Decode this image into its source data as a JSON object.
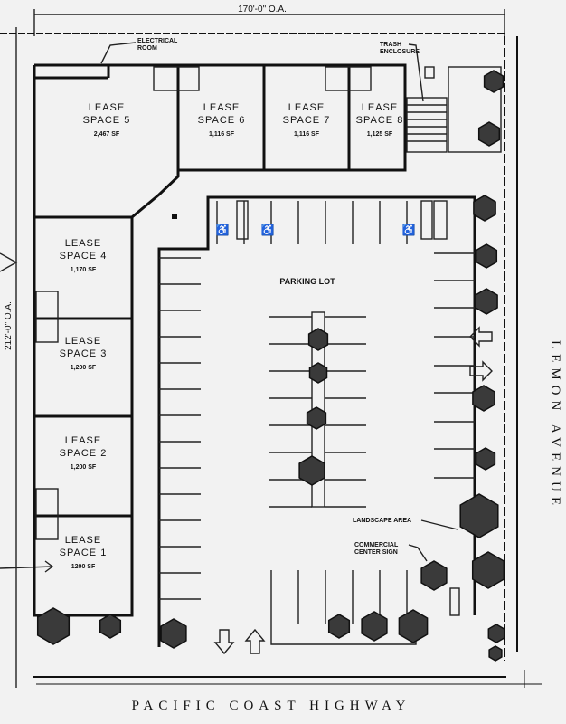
{
  "dimensions": {
    "width": "170'-0\" O.A.",
    "depth": "212'-0\" O.A."
  },
  "lease_spaces": [
    {
      "line1": "LEASE",
      "line2": "SPACE 1",
      "area": "1200 SF"
    },
    {
      "line1": "LEASE",
      "line2": "SPACE 2",
      "area": "1,200 SF"
    },
    {
      "line1": "LEASE",
      "line2": "SPACE 3",
      "area": "1,200 SF"
    },
    {
      "line1": "LEASE",
      "line2": "SPACE 4",
      "area": "1,170 SF"
    },
    {
      "line1": "LEASE",
      "line2": "SPACE 5",
      "area": "2,467 SF"
    },
    {
      "line1": "LEASE",
      "line2": "SPACE 6",
      "area": "1,116 SF"
    },
    {
      "line1": "LEASE",
      "line2": "SPACE 7",
      "area": "1,116 SF"
    },
    {
      "line1": "LEASE",
      "line2": "SPACE 8",
      "area": "1,125 SF"
    }
  ],
  "notes": {
    "electrical_1": "ELECTRICAL",
    "electrical_2": "ROOM",
    "trash_1": "TRASH",
    "trash_2": "ENCLOSURE",
    "landscape": "LANDSCAPE AREA",
    "sign_1": "COMMERCIAL",
    "sign_2": "CENTER SIGN",
    "parking": "PARKING LOT",
    "accessible_symbol": "♿"
  },
  "streets": {
    "bottom": "PACIFIC COAST HIGHWAY",
    "right": "LEMON AVENUE"
  }
}
